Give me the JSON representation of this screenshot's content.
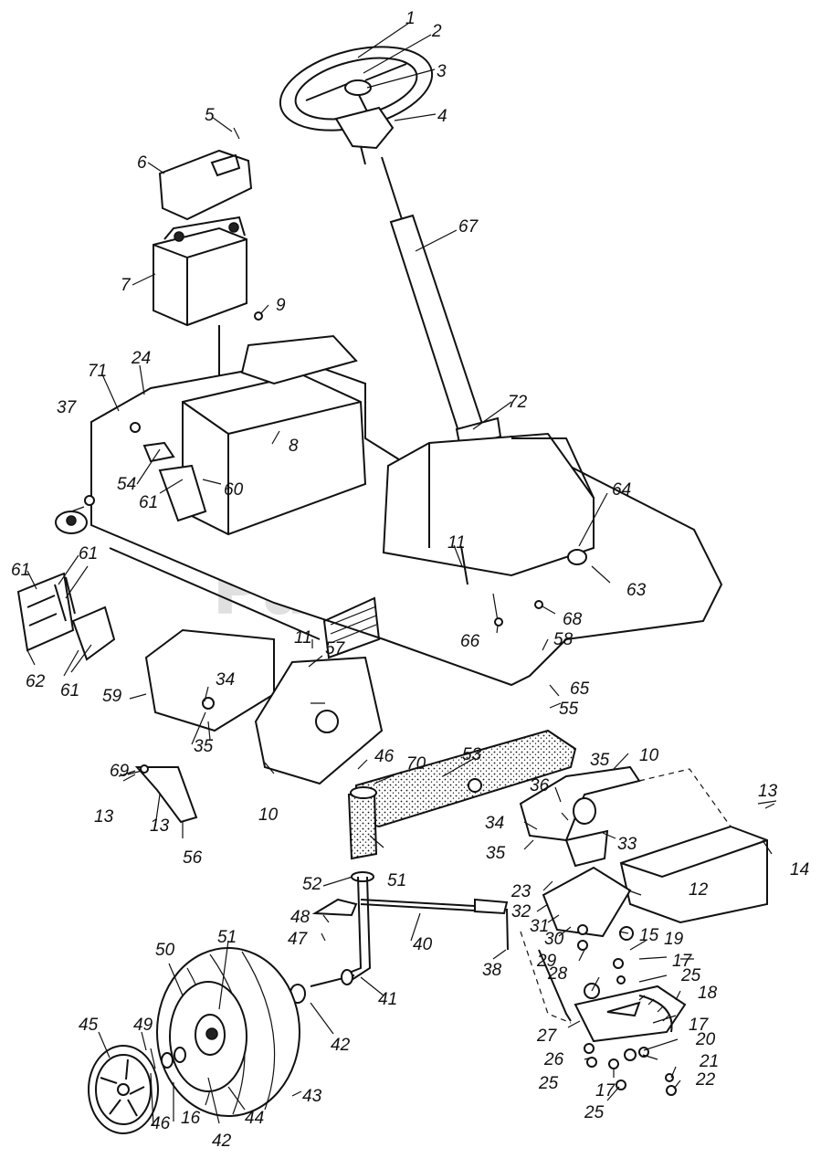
{
  "watermark": {
    "text": "PartsTree",
    "mark": "®"
  },
  "callouts": [
    {
      "id": "c1",
      "label": "1"
    },
    {
      "id": "c2",
      "label": "2"
    },
    {
      "id": "c3",
      "label": "3"
    },
    {
      "id": "c4",
      "label": "4"
    },
    {
      "id": "c5",
      "label": "5"
    },
    {
      "id": "c6",
      "label": "6"
    },
    {
      "id": "c7",
      "label": "7"
    },
    {
      "id": "c8",
      "label": "8"
    },
    {
      "id": "c9",
      "label": "9"
    },
    {
      "id": "c10a",
      "label": "10"
    },
    {
      "id": "c10b",
      "label": "10"
    },
    {
      "id": "c11a",
      "label": "11"
    },
    {
      "id": "c11b",
      "label": "11"
    },
    {
      "id": "c12",
      "label": "12"
    },
    {
      "id": "c13a",
      "label": "13"
    },
    {
      "id": "c13b",
      "label": "13"
    },
    {
      "id": "c13c",
      "label": "13"
    },
    {
      "id": "c14",
      "label": "14"
    },
    {
      "id": "c15",
      "label": "15"
    },
    {
      "id": "c16",
      "label": "16"
    },
    {
      "id": "c17a",
      "label": "17"
    },
    {
      "id": "c17b",
      "label": "17"
    },
    {
      "id": "c17c",
      "label": "17"
    },
    {
      "id": "c18",
      "label": "18"
    },
    {
      "id": "c19",
      "label": "19"
    },
    {
      "id": "c20",
      "label": "20"
    },
    {
      "id": "c21",
      "label": "21"
    },
    {
      "id": "c22",
      "label": "22"
    },
    {
      "id": "c23",
      "label": "23"
    },
    {
      "id": "c24",
      "label": "24"
    },
    {
      "id": "c25a",
      "label": "25"
    },
    {
      "id": "c25b",
      "label": "25"
    },
    {
      "id": "c25c",
      "label": "25"
    },
    {
      "id": "c26",
      "label": "26"
    },
    {
      "id": "c27",
      "label": "27"
    },
    {
      "id": "c28",
      "label": "28"
    },
    {
      "id": "c29",
      "label": "29"
    },
    {
      "id": "c30",
      "label": "30"
    },
    {
      "id": "c31",
      "label": "31"
    },
    {
      "id": "c32",
      "label": "32"
    },
    {
      "id": "c33",
      "label": "33"
    },
    {
      "id": "c34a",
      "label": "34"
    },
    {
      "id": "c34b",
      "label": "34"
    },
    {
      "id": "c35a",
      "label": "35"
    },
    {
      "id": "c35b",
      "label": "35"
    },
    {
      "id": "c35c",
      "label": "35"
    },
    {
      "id": "c36",
      "label": "36"
    },
    {
      "id": "c37",
      "label": "37"
    },
    {
      "id": "c38",
      "label": "38"
    },
    {
      "id": "c40",
      "label": "40"
    },
    {
      "id": "c41",
      "label": "41"
    },
    {
      "id": "c42a",
      "label": "42"
    },
    {
      "id": "c42b",
      "label": "42"
    },
    {
      "id": "c43",
      "label": "43"
    },
    {
      "id": "c44",
      "label": "44"
    },
    {
      "id": "c45",
      "label": "45"
    },
    {
      "id": "c46a",
      "label": "46"
    },
    {
      "id": "c46b",
      "label": "46"
    },
    {
      "id": "c47",
      "label": "47"
    },
    {
      "id": "c48",
      "label": "48"
    },
    {
      "id": "c49",
      "label": "49"
    },
    {
      "id": "c50",
      "label": "50"
    },
    {
      "id": "c51a",
      "label": "51"
    },
    {
      "id": "c51b",
      "label": "51"
    },
    {
      "id": "c52",
      "label": "52"
    },
    {
      "id": "c53",
      "label": "53"
    },
    {
      "id": "c54",
      "label": "54"
    },
    {
      "id": "c55",
      "label": "55"
    },
    {
      "id": "c56",
      "label": "56"
    },
    {
      "id": "c57",
      "label": "57"
    },
    {
      "id": "c58",
      "label": "58"
    },
    {
      "id": "c59",
      "label": "59"
    },
    {
      "id": "c60",
      "label": "60"
    },
    {
      "id": "c61a",
      "label": "61"
    },
    {
      "id": "c61b",
      "label": "61"
    },
    {
      "id": "c61c",
      "label": "61"
    },
    {
      "id": "c61d",
      "label": "61"
    },
    {
      "id": "c62",
      "label": "62"
    },
    {
      "id": "c63",
      "label": "63"
    },
    {
      "id": "c64",
      "label": "64"
    },
    {
      "id": "c65",
      "label": "65"
    },
    {
      "id": "c66",
      "label": "66"
    },
    {
      "id": "c67",
      "label": "67"
    },
    {
      "id": "c68",
      "label": "68"
    },
    {
      "id": "c69",
      "label": "69"
    },
    {
      "id": "c70",
      "label": "70"
    },
    {
      "id": "c71",
      "label": "71"
    },
    {
      "id": "c72",
      "label": "72"
    }
  ]
}
